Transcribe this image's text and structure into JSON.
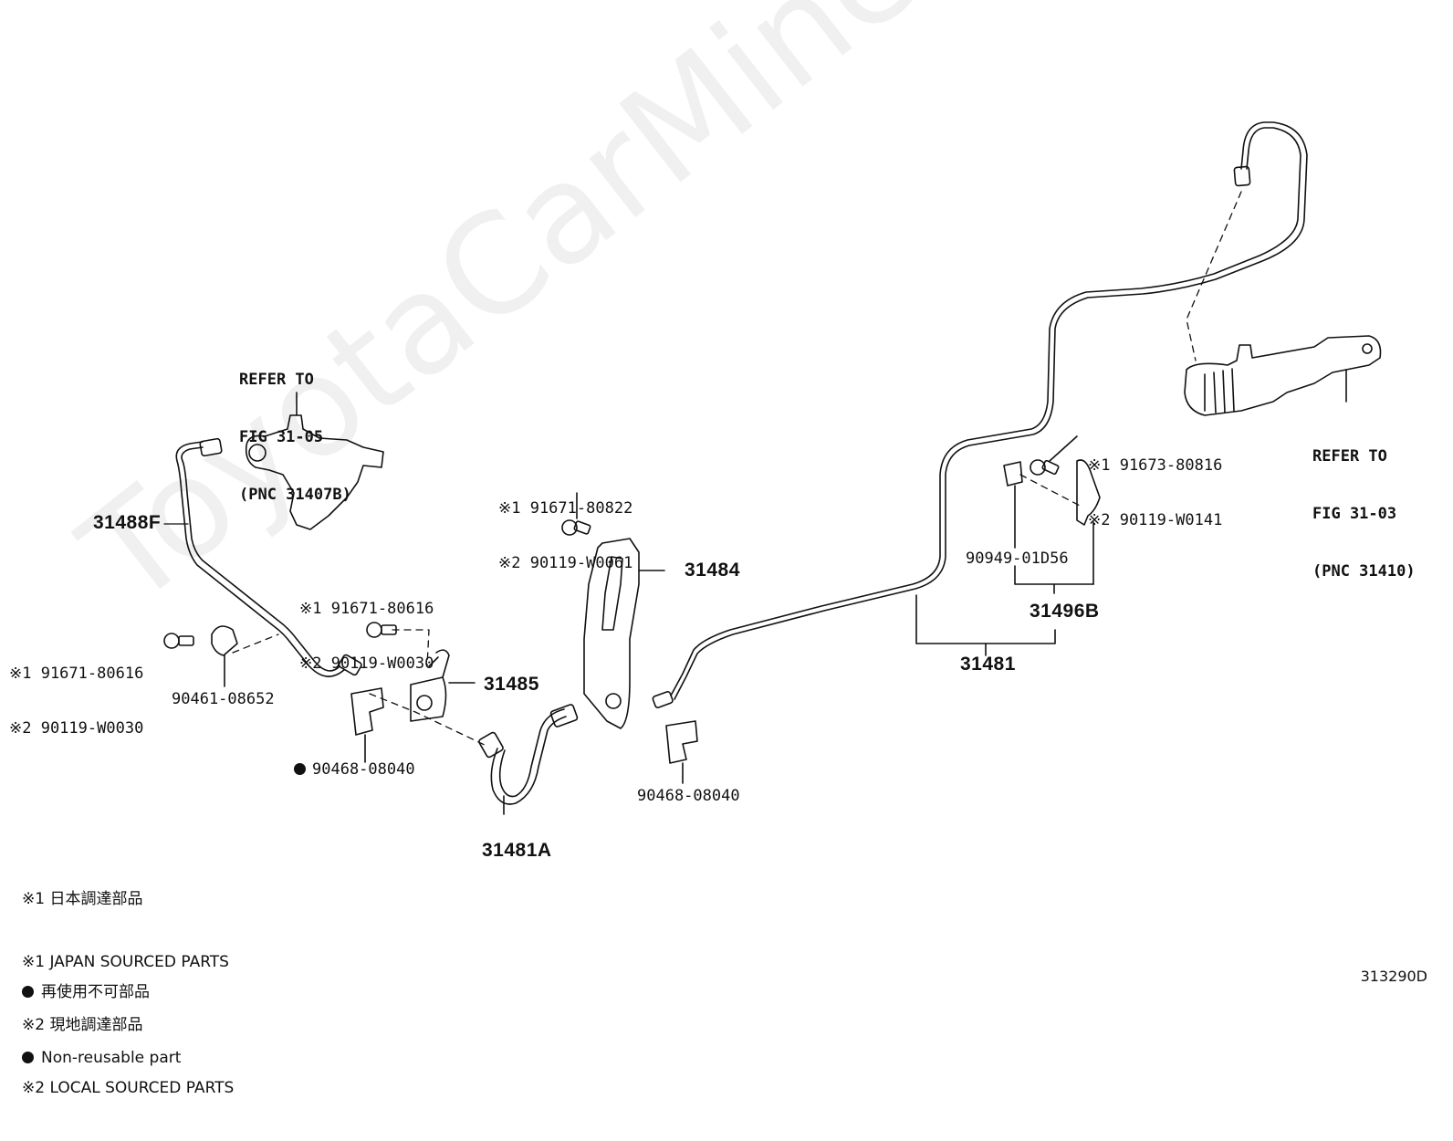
{
  "watermark": "ToyotaCarMine.ru",
  "figure_code": "313290D",
  "refs": {
    "top_left": [
      "REFER TO",
      "FIG 31-05",
      "(PNC 31407B)"
    ],
    "right": [
      "REFER TO",
      "FIG 31-03",
      "(PNC 31410)"
    ]
  },
  "parts": {
    "p31488F": "31488F",
    "p31484": "31484",
    "p31485": "31485",
    "p31481": "31481",
    "p31481A": "31481A",
    "p31496B": "31496B",
    "p90461": "90461-08652",
    "p90468_a": "90468-08040",
    "p90468_b": "90468-08040",
    "p90949": "90949-01D56"
  },
  "bolts": {
    "left": [
      "※1 91671-80616",
      "※2 90119-W0030"
    ],
    "mid": [
      "※1 91671-80616",
      "※2 90119-W0030"
    ],
    "center": [
      "※1 91671-80822",
      "※2 90119-W0061"
    ],
    "right": [
      "※1 91673-80816",
      "※2 90119-W0141"
    ]
  },
  "legend": {
    "notes": [
      "※1 日本調達部品",
      "※1 JAPAN SOURCED PARTS",
      "※2 現地調達部品",
      "※2 LOCAL SOURCED PARTS"
    ],
    "dots": [
      "再使用不可部品",
      "Non-reusable part"
    ]
  }
}
